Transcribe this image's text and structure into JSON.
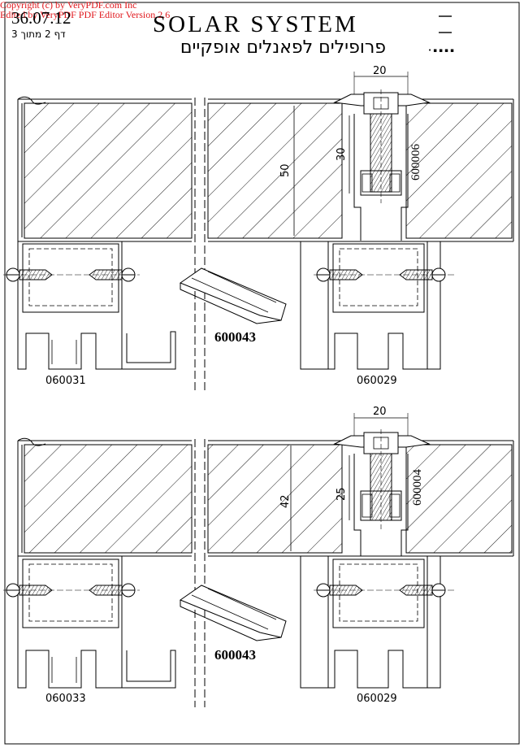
{
  "watermark": {
    "line1": "Copyright (c) by VeryPDF.com Inc",
    "line2": "Edited by VeryPDF PDF Editor Version 2.6",
    "color": "#e0161b"
  },
  "header": {
    "doc_number": "36.07.12",
    "page_label": "דף 2 מתוך 3",
    "title": "SOLAR SYSTEM",
    "subtitle": "פרופילים לפאנלים אופקיים"
  },
  "top_assembly": {
    "left_profile": "060031",
    "right_profile": "060029",
    "clip_part": "600043",
    "bolt_part": "600006",
    "dim_width": "20",
    "dim_bolt": "30",
    "dim_panel": "50"
  },
  "bottom_assembly": {
    "left_profile": "060033",
    "right_profile": "060029",
    "clip_part": "600043",
    "bolt_part": "600004",
    "dim_width": "20",
    "dim_bolt": "25",
    "dim_panel": "42"
  }
}
